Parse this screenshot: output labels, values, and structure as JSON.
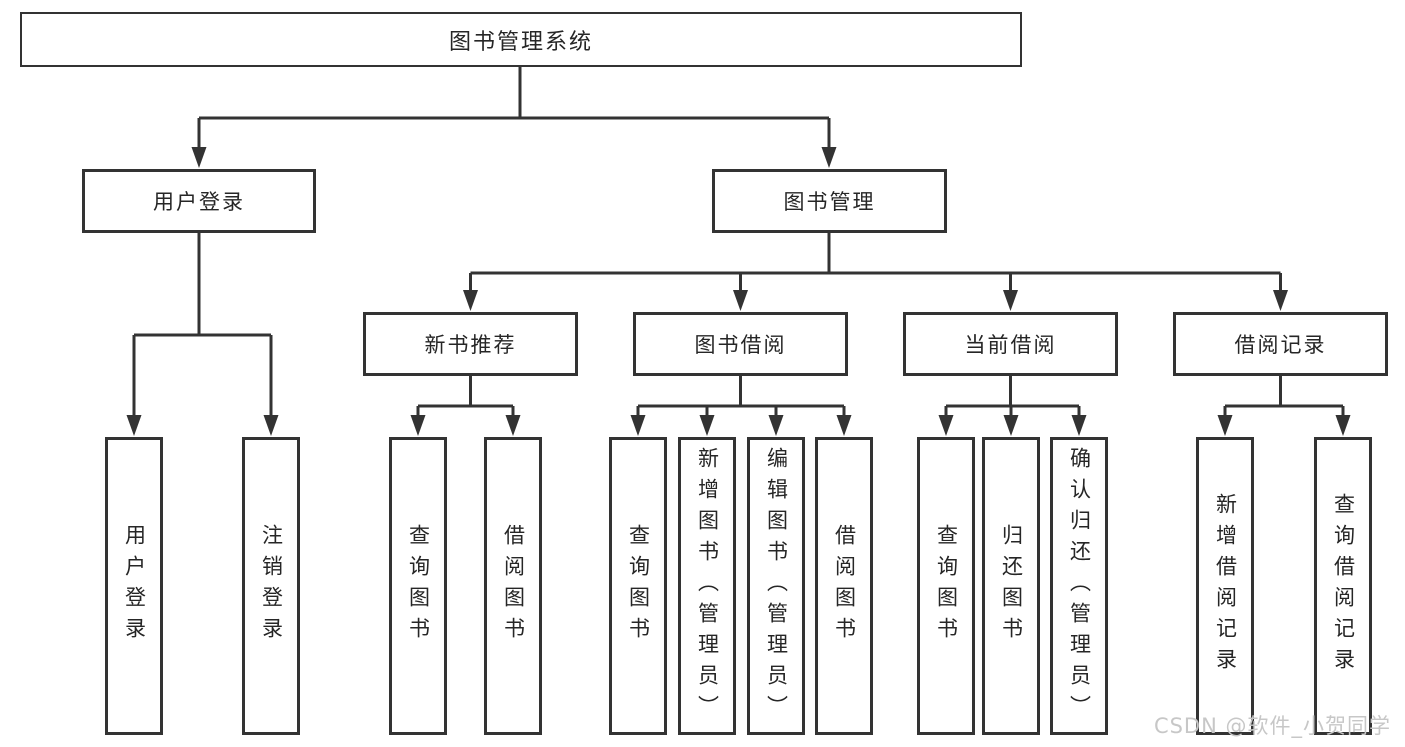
{
  "diagram": {
    "root": {
      "label": "图书管理系统"
    },
    "level2": [
      {
        "id": "user-login",
        "label": "用户登录"
      },
      {
        "id": "book-management",
        "label": "图书管理"
      }
    ],
    "level3": [
      {
        "id": "new-book-recommend",
        "label": "新书推荐",
        "parent": "book-management"
      },
      {
        "id": "book-borrowing",
        "label": "图书借阅",
        "parent": "book-management"
      },
      {
        "id": "current-borrowing",
        "label": "当前借阅",
        "parent": "book-management"
      },
      {
        "id": "borrowing-records",
        "label": "借阅记录",
        "parent": "book-management"
      }
    ],
    "leaves": [
      {
        "id": "user-login",
        "label": "用户登录",
        "parent": "user-login"
      },
      {
        "id": "logout",
        "label": "注销登录",
        "parent": "user-login"
      },
      {
        "id": "query-books-recommend",
        "label": "查询图书",
        "parent": "new-book-recommend"
      },
      {
        "id": "borrow-books-recommend",
        "label": "借阅图书",
        "parent": "new-book-recommend"
      },
      {
        "id": "query-books-borrowing",
        "label": "查询图书",
        "parent": "book-borrowing"
      },
      {
        "id": "add-books-admin",
        "label": "新增图书（管理员）",
        "parent": "book-borrowing"
      },
      {
        "id": "edit-books-admin",
        "label": "编辑图书（管理员）",
        "parent": "book-borrowing"
      },
      {
        "id": "borrow-books-borrowing",
        "label": "借阅图书",
        "parent": "book-borrowing"
      },
      {
        "id": "query-books-current",
        "label": "查询图书",
        "parent": "current-borrowing"
      },
      {
        "id": "return-books",
        "label": "归还图书",
        "parent": "current-borrowing"
      },
      {
        "id": "confirm-return-admin",
        "label": "确认归还（管理员）",
        "parent": "current-borrowing"
      },
      {
        "id": "add-borrow-record",
        "label": "新增借阅记录",
        "parent": "borrowing-records"
      },
      {
        "id": "query-borrow-record",
        "label": "查询借阅记录",
        "parent": "borrowing-records"
      }
    ]
  },
  "watermark": {
    "text": "CSDN @软件_小贺同学",
    "color": "#c7c7c7"
  },
  "colors": {
    "line": "#333333",
    "border": "#333333",
    "text": "#262626",
    "background": "#ffffff"
  }
}
